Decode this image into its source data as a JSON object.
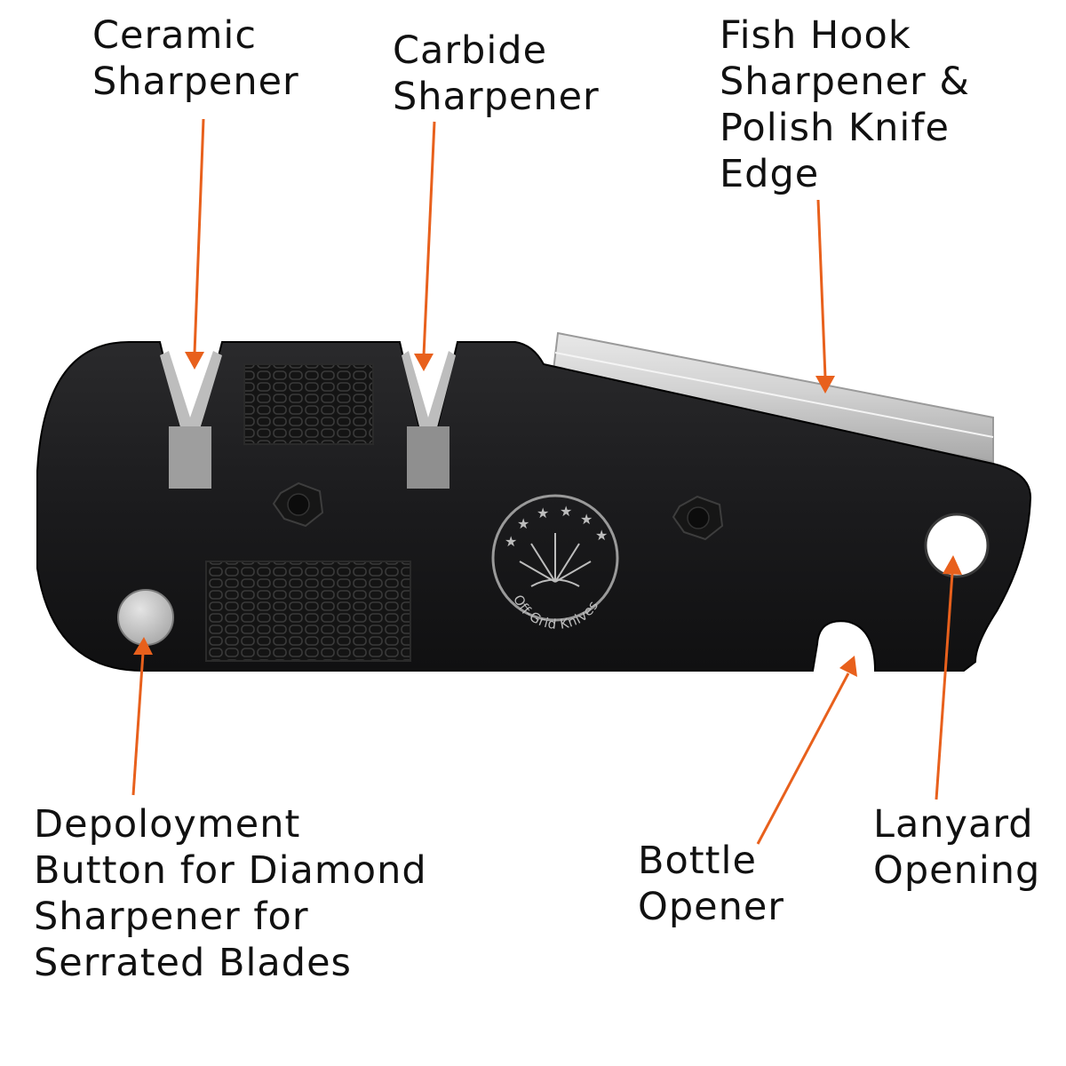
{
  "labels": {
    "ceramic": [
      "Ceramic",
      "Sharpener"
    ],
    "carbide": [
      "Carbide",
      "Sharpener"
    ],
    "fishhook": [
      "Fish Hook",
      "Sharpener &",
      "Polish Knife",
      "Edge"
    ],
    "deployment": [
      "Depoloyment",
      "Button for Diamond",
      "Sharpener for",
      "Serrated Blades"
    ],
    "bottle": [
      "Bottle",
      "Opener"
    ],
    "lanyard": [
      "Lanyard",
      "Opening"
    ]
  },
  "logo": {
    "brand_text": "Off-Grid Knives"
  },
  "colors": {
    "arrow": "#e8601c",
    "body": "#1b1b1d",
    "stone": "#d9d9d9",
    "button": "#c8c8c8",
    "text": "#111111"
  }
}
